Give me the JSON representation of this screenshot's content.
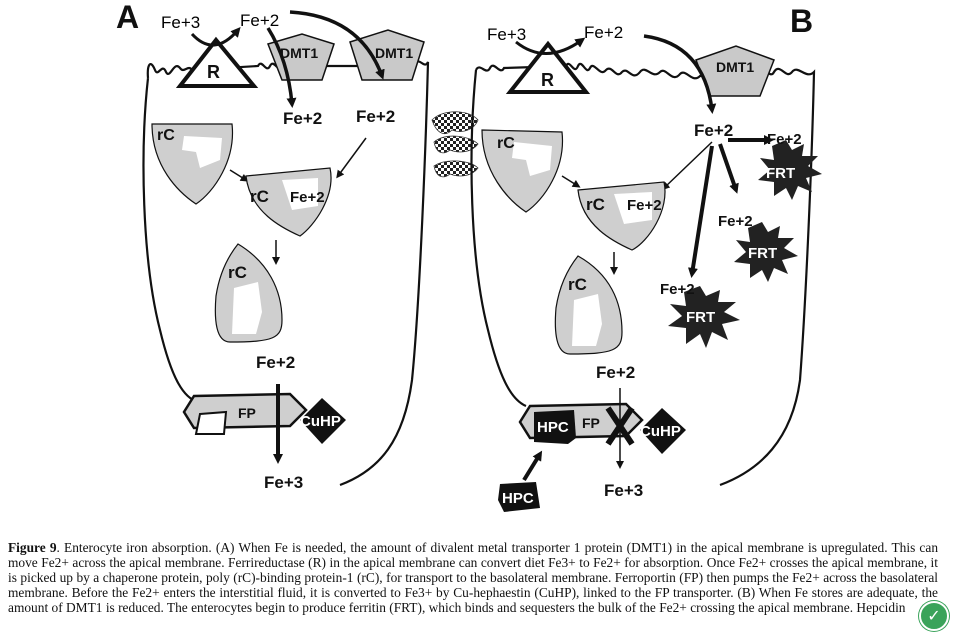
{
  "panels": {
    "a": {
      "letter": "A",
      "fe3_top": "Fe+3",
      "fe2_top": "Fe+2",
      "reductase": "R",
      "dmt1_left": "DMT1",
      "dmt1_right": "DMT1",
      "fe2_in_left": "Fe+2",
      "fe2_in_right": "Fe+2",
      "rc_top": "rC",
      "rc_bound": "rC",
      "rc_bound_fe": "Fe+2",
      "rc_bottom": "rC",
      "fe2_lower": "Fe+2",
      "fp": "FP",
      "cuhp": "CuHP",
      "fe3_bottom": "Fe+3"
    },
    "b": {
      "letter": "B",
      "fe3_top": "Fe+3",
      "fe2_top": "Fe+2",
      "reductase": "R",
      "dmt1": "DMT1",
      "fe2_hub": "Fe+2",
      "rc_top": "rC",
      "rc_bound": "rC",
      "rc_bound_fe": "Fe+2",
      "rc_bottom": "rC",
      "frt_1_fe": "Fe+2",
      "frt_1": "FRT",
      "frt_2_fe": "Fe+2",
      "frt_2": "FRT",
      "frt_3_fe": "Fe+2",
      "frt_3": "FRT",
      "fe2_lower": "Fe+2",
      "hpc_bound": "HPC",
      "fp": "FP",
      "cuhp": "CuHP",
      "fe3_bottom": "Fe+3",
      "hpc_free": "HPC"
    }
  },
  "caption": {
    "figure_label": "Figure 9",
    "text": ". Enterocyte iron absorption. (A) When Fe is needed, the amount of divalent metal transporter 1 protein (DMT1) in the apical membrane is upregulated. This can move Fe2+ across the apical membrane. Ferrireductase (R) in the apical membrane can convert diet Fe3+ to Fe2+ for absorption. Once Fe2+ crosses the apical membrane, it is picked up by a chaperone protein, poly (rC)-binding protein-1 (rC), for transport to the basolateral membrane. Ferroportin (FP) then pumps the Fe2+ across the basolateral membrane. Before the Fe2+ enters the interstitial fluid, it is converted to Fe3+ by Cu-hephaestin (CuHP), linked to the FP transporter. (B) When Fe stores are adequate, the amount of DMT1 is reduced. The enterocytes begin to produce ferritin (FRT), which binds and sequesters the bulk of the Fe2+ crossing the apical membrane. Hepcidin"
  },
  "badge": {
    "icon": "check-badge-icon",
    "color": "#3aa35a"
  }
}
